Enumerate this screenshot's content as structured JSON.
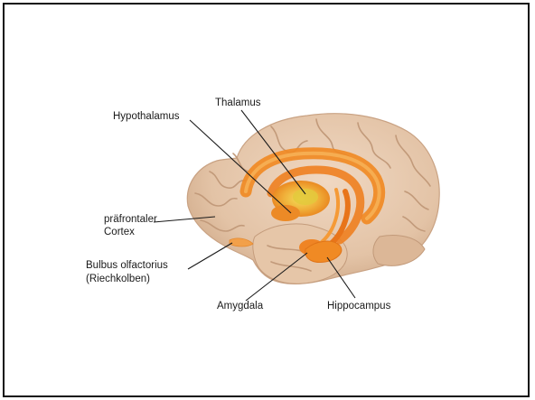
{
  "labels": {
    "hypothalamus": "Hypothalamus",
    "thalamus": "Thalamus",
    "prefrontal_line1": "präfrontaler",
    "prefrontal_line2": "Cortex",
    "bulbus_line1": "Bulbus olfactorius",
    "bulbus_line2": "(Riechkolben)",
    "amygdala": "Amygdala",
    "hippocampus": "Hippocampus"
  },
  "colors": {
    "frame": "#111111",
    "brain_fill": "#e8cbb0",
    "brain_shade": "#d7b393",
    "sulcus": "#c29a7a",
    "limbic_orange": "#f08a24",
    "limbic_light": "#f7b45a",
    "thalamus_core": "#e3c93c",
    "leader_line": "#1a1a1a"
  }
}
